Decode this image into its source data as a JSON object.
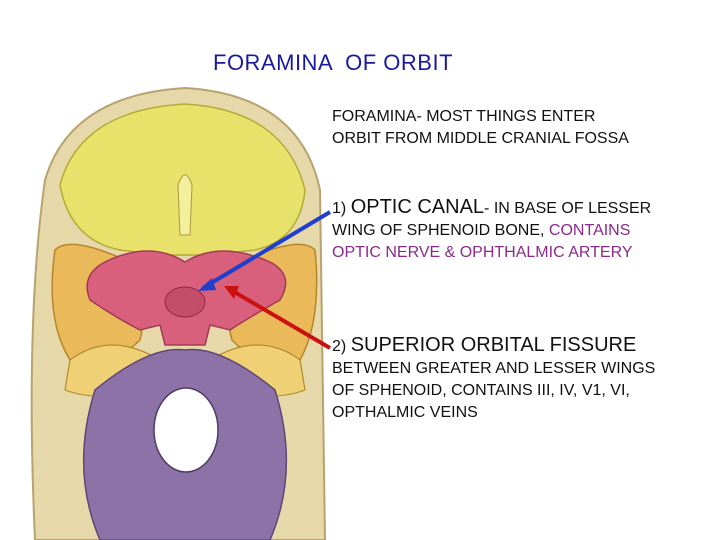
{
  "slide": {
    "title": "FORAMINA  OF ORBIT",
    "intro": "FORAMINA- MOST THINGS ENTER ORBIT FROM MIDDLE CRANIAL FOSSA",
    "item1": {
      "number": "1)",
      "heading": "OPTIC CANAL",
      "text_plain": "- IN BASE OF LESSER WING OF SPHENOID BONE,",
      "text_colored": "CONTAINS OPTIC NERVE & OPHTHALMIC ARTERY"
    },
    "item2": {
      "number": "2)",
      "heading": "SUPERIOR ORBITAL FISSURE",
      "text_plain": "BETWEEN GREATER AND LESSER WINGS OF SPHENOID, CONTAINS III, IV, V1, VI, OPTHALMIC VEINS"
    }
  },
  "colors": {
    "title": "#1a1aa0",
    "arrow_optic": "#1f3fcc",
    "arrow_fissure": "#cc1111",
    "frontal": "#e8e26a",
    "sphenoid": "#d8607c",
    "temporal": "#e9b95a",
    "occipital": "#8c72a6",
    "skull_outline": "#c9b98a"
  }
}
